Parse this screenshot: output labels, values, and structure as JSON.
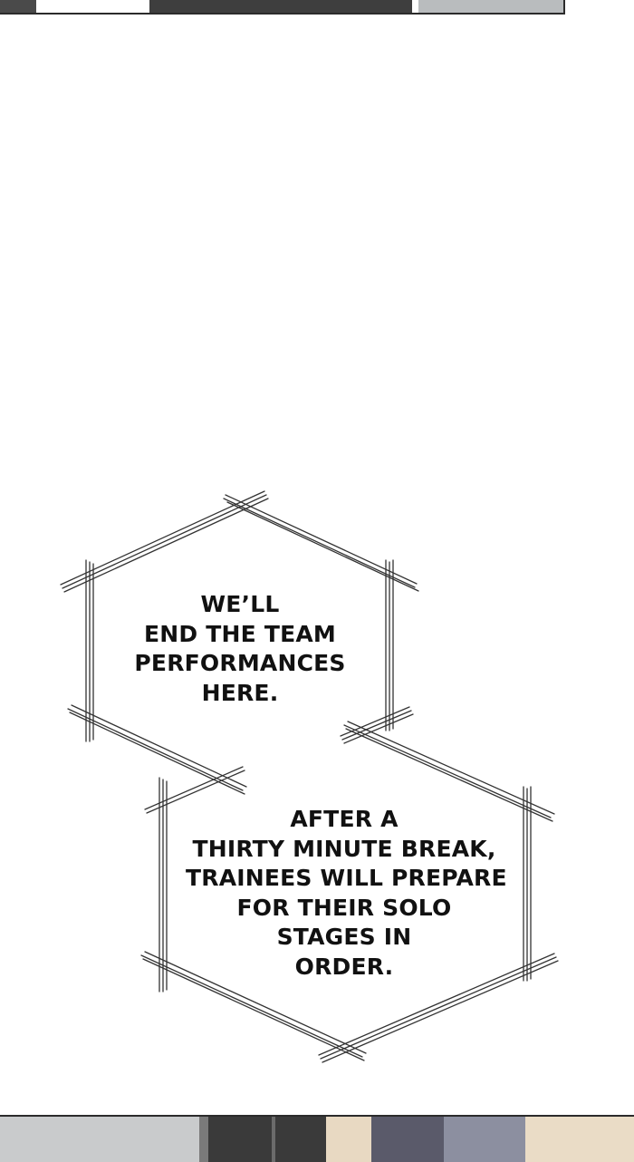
{
  "bubble_1": {
    "lines": [
      "WE’LL",
      "END THE TEAM",
      "PERFORMANCES",
      "HERE."
    ]
  },
  "bubble_2": {
    "lines": [
      "AFTER A",
      "THIRTY MINUTE BREAK,",
      "TRAINEES WILL PREPARE",
      "FOR THEIR SOLO",
      "STAGES IN",
      "ORDER."
    ]
  },
  "colors": {
    "background": "#ffffff",
    "bubble_outline": "#333333",
    "text": "#111111",
    "panel_border": "#2b2b2b"
  }
}
